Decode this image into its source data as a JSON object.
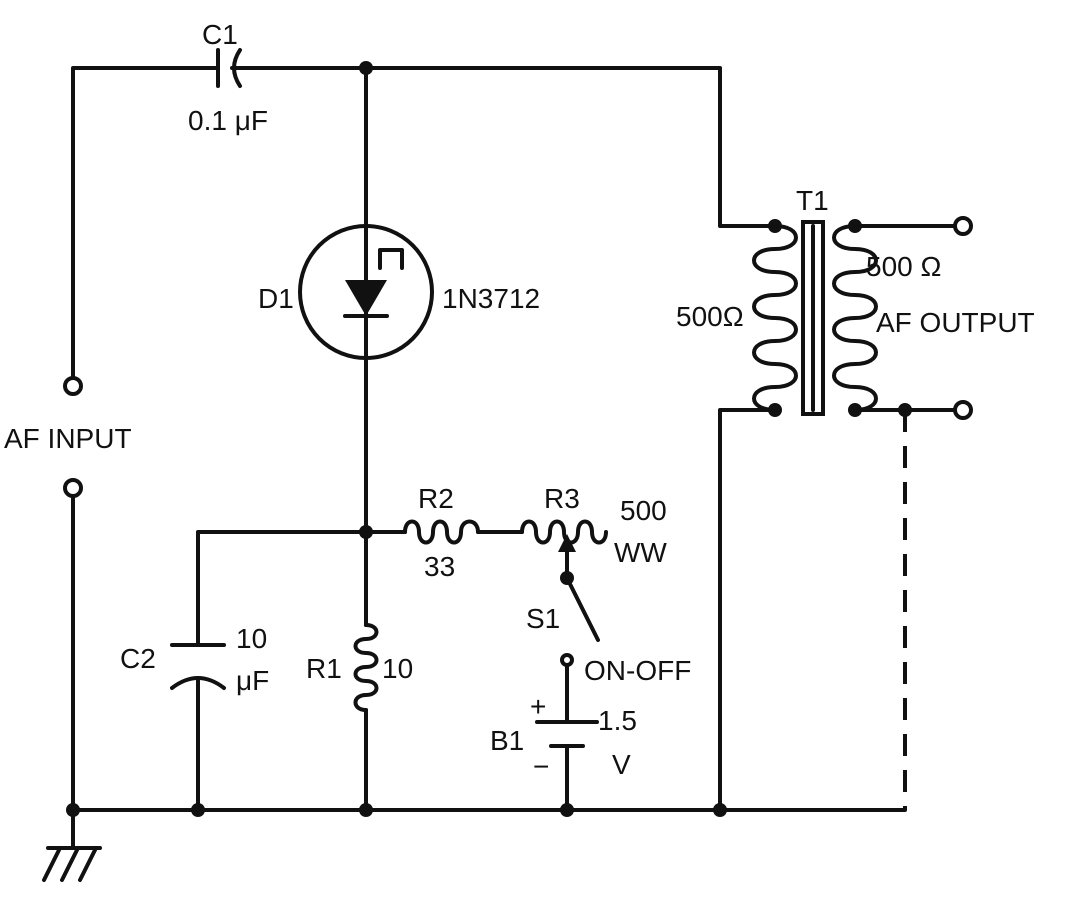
{
  "components": {
    "c1": {
      "ref": "C1",
      "value": "0.1 μF"
    },
    "c2": {
      "ref": "C2",
      "value_line1": "10",
      "value_line2": "μF"
    },
    "d1": {
      "ref": "D1",
      "part": "1N3712"
    },
    "t1": {
      "ref": "T1",
      "primary": "500Ω",
      "secondary": "500 Ω"
    },
    "r1": {
      "ref": "R1",
      "value": "10"
    },
    "r2": {
      "ref": "R2",
      "value": "33"
    },
    "r3": {
      "ref": "R3",
      "value_line1": "500",
      "value_line2": "WW"
    },
    "s1": {
      "ref": "S1",
      "label": "ON-OFF"
    },
    "b1": {
      "ref": "B1",
      "plus": "+",
      "minus": "−",
      "value_line1": "1.5",
      "value_line2": "V"
    }
  },
  "ports": {
    "input_label": "AF INPUT",
    "output_label": "AF OUTPUT"
  }
}
